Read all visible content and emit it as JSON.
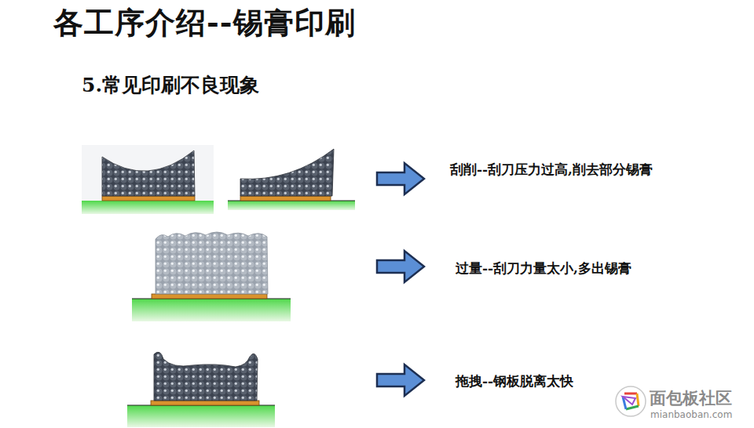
{
  "diagram": {
    "title": "各工序介绍--锡膏印刷",
    "labels": [
      "5.常见印刷不良现象",
      "刮削--刮刀压力过高,削去部分锡膏",
      "过量--刮刀力量太小,多出锡膏",
      "拖拽--钢板脱离太快",
      "面包板社区",
      "mianbaoban.com"
    ]
  }
}
